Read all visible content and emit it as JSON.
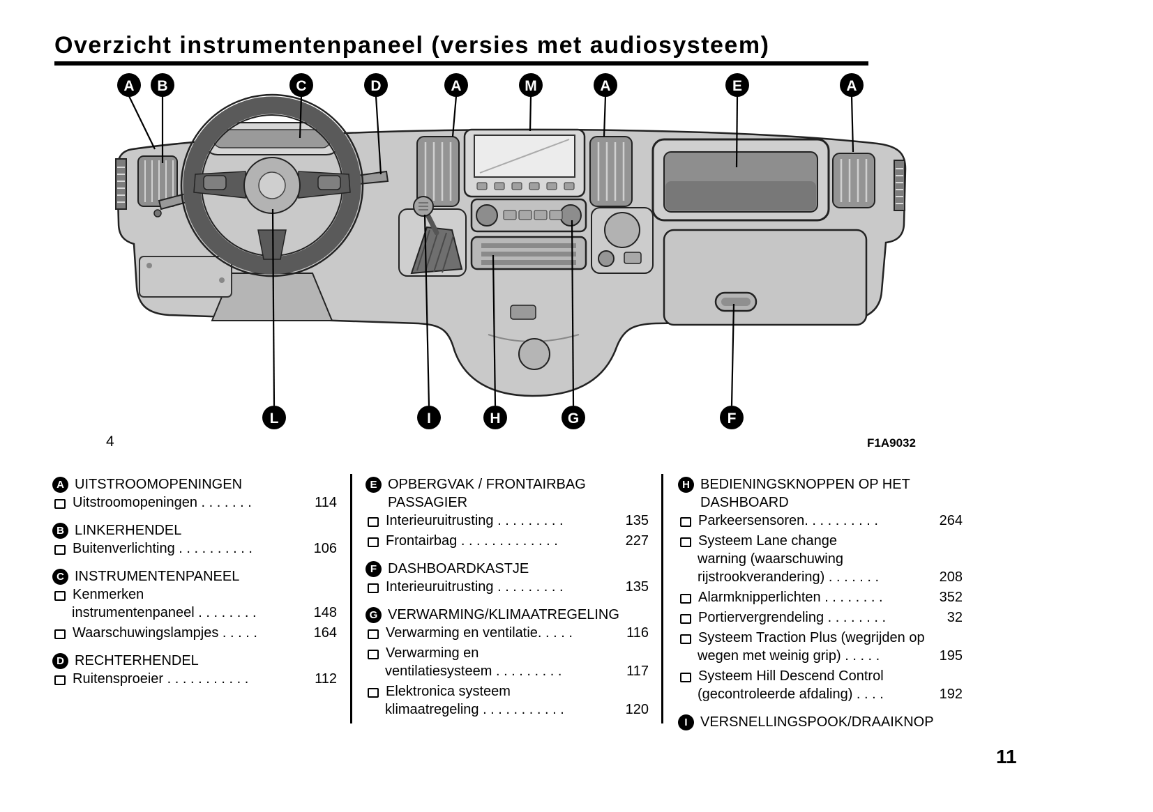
{
  "page": {
    "title": "Overzicht instrumentenpaneel (versies met audiosysteem)",
    "figure_number": "4",
    "figure_code": "F1A9032",
    "page_number": "11"
  },
  "callouts": {
    "top": [
      "A",
      "B",
      "C",
      "D",
      "A",
      "M",
      "A",
      "E",
      "A"
    ],
    "bottom": [
      "L",
      "I",
      "H",
      "G",
      "F"
    ]
  },
  "index": {
    "columns": [
      {
        "sections": [
          {
            "letter": "A",
            "title_lines": [
              "UITSTROOMOPENINGEN"
            ],
            "entries": [
              {
                "lines": [
                  {
                    "text": "Uitstroomopeningen  . . . . . . .",
                    "page": "114"
                  }
                ]
              }
            ]
          },
          {
            "letter": "B",
            "title_lines": [
              "LINKERHENDEL"
            ],
            "entries": [
              {
                "lines": [
                  {
                    "text": "Buitenverlichting . . . . . . . . . .",
                    "page": "106"
                  }
                ]
              }
            ]
          },
          {
            "letter": "C",
            "title_lines": [
              "INSTRUMENTENPANEEL"
            ],
            "entries": [
              {
                "lines": [
                  {
                    "text": "Kenmerken"
                  },
                  {
                    "text": "instrumentenpaneel . . . . . . . .",
                    "page": "148"
                  }
                ]
              },
              {
                "lines": [
                  {
                    "text": "Waarschuwingslampjes . . . . .",
                    "page": "164"
                  }
                ]
              }
            ]
          },
          {
            "letter": "D",
            "title_lines": [
              "RECHTERHENDEL"
            ],
            "entries": [
              {
                "lines": [
                  {
                    "text": "Ruitensproeier  . . . . . . . . . . .",
                    "page": "112"
                  }
                ]
              }
            ]
          }
        ]
      },
      {
        "sections": [
          {
            "letter": "E",
            "title_lines": [
              "OPBERGVAK / FRONTAIRBAG",
              "PASSAGIER"
            ],
            "entries": [
              {
                "lines": [
                  {
                    "text": "Interieuruitrusting  . . . . . . . . .",
                    "page": "135"
                  }
                ]
              },
              {
                "lines": [
                  {
                    "text": "Frontairbag  . . . . . . . . . . . . .",
                    "page": "227"
                  }
                ]
              }
            ]
          },
          {
            "letter": "F",
            "title_lines": [
              "DASHBOARDKASTJE"
            ],
            "entries": [
              {
                "lines": [
                  {
                    "text": "Interieuruitrusting  . . . . . . . . .",
                    "page": "135"
                  }
                ]
              }
            ]
          },
          {
            "letter": "G",
            "title_lines": [
              "VERWARMING/KLIMAATREGELING"
            ],
            "entries": [
              {
                "lines": [
                  {
                    "text": "Verwarming en ventilatie. . . . .",
                    "page": "116"
                  }
                ]
              },
              {
                "lines": [
                  {
                    "text": "Verwarming en"
                  },
                  {
                    "text": "ventilatiesysteem  . . . . . . . . .",
                    "page": "117"
                  }
                ]
              },
              {
                "lines": [
                  {
                    "text": "Elektronica systeem"
                  },
                  {
                    "text": "klimaatregeling . . . . . . . . . . .",
                    "page": "120"
                  }
                ]
              }
            ]
          }
        ]
      },
      {
        "sections": [
          {
            "letter": "H",
            "title_lines": [
              "BEDIENINGSKNOPPEN OP HET",
              "DASHBOARD"
            ],
            "entries": [
              {
                "lines": [
                  {
                    "text": "Parkeersensoren. . . . . . . . . .",
                    "page": "264"
                  }
                ]
              },
              {
                "lines": [
                  {
                    "text": "Systeem Lane change"
                  },
                  {
                    "text": "warning (waarschuwing"
                  },
                  {
                    "text": "rijstrookverandering)  . . . . . . .",
                    "page": "208"
                  }
                ]
              },
              {
                "lines": [
                  {
                    "text": "Alarmknipperlichten . . . . . . . .",
                    "page": "352"
                  }
                ]
              },
              {
                "lines": [
                  {
                    "text": "Portiervergrendeling  . . . . . . . .",
                    "page": "32"
                  }
                ]
              },
              {
                "lines": [
                  {
                    "text": "Systeem Traction Plus (wegrijden op"
                  },
                  {
                    "text": "wegen met weinig grip)  . . . . .",
                    "page": "195"
                  }
                ]
              },
              {
                "lines": [
                  {
                    "text": "Systeem Hill Descend Control"
                  },
                  {
                    "text": "(gecontroleerde afdaling)  . . . .",
                    "page": "192"
                  }
                ]
              }
            ]
          },
          {
            "letter": "I",
            "title_lines": [
              "VERSNELLINGSPOOK/DRAAIKNOP"
            ],
            "entries": []
          }
        ]
      }
    ]
  }
}
